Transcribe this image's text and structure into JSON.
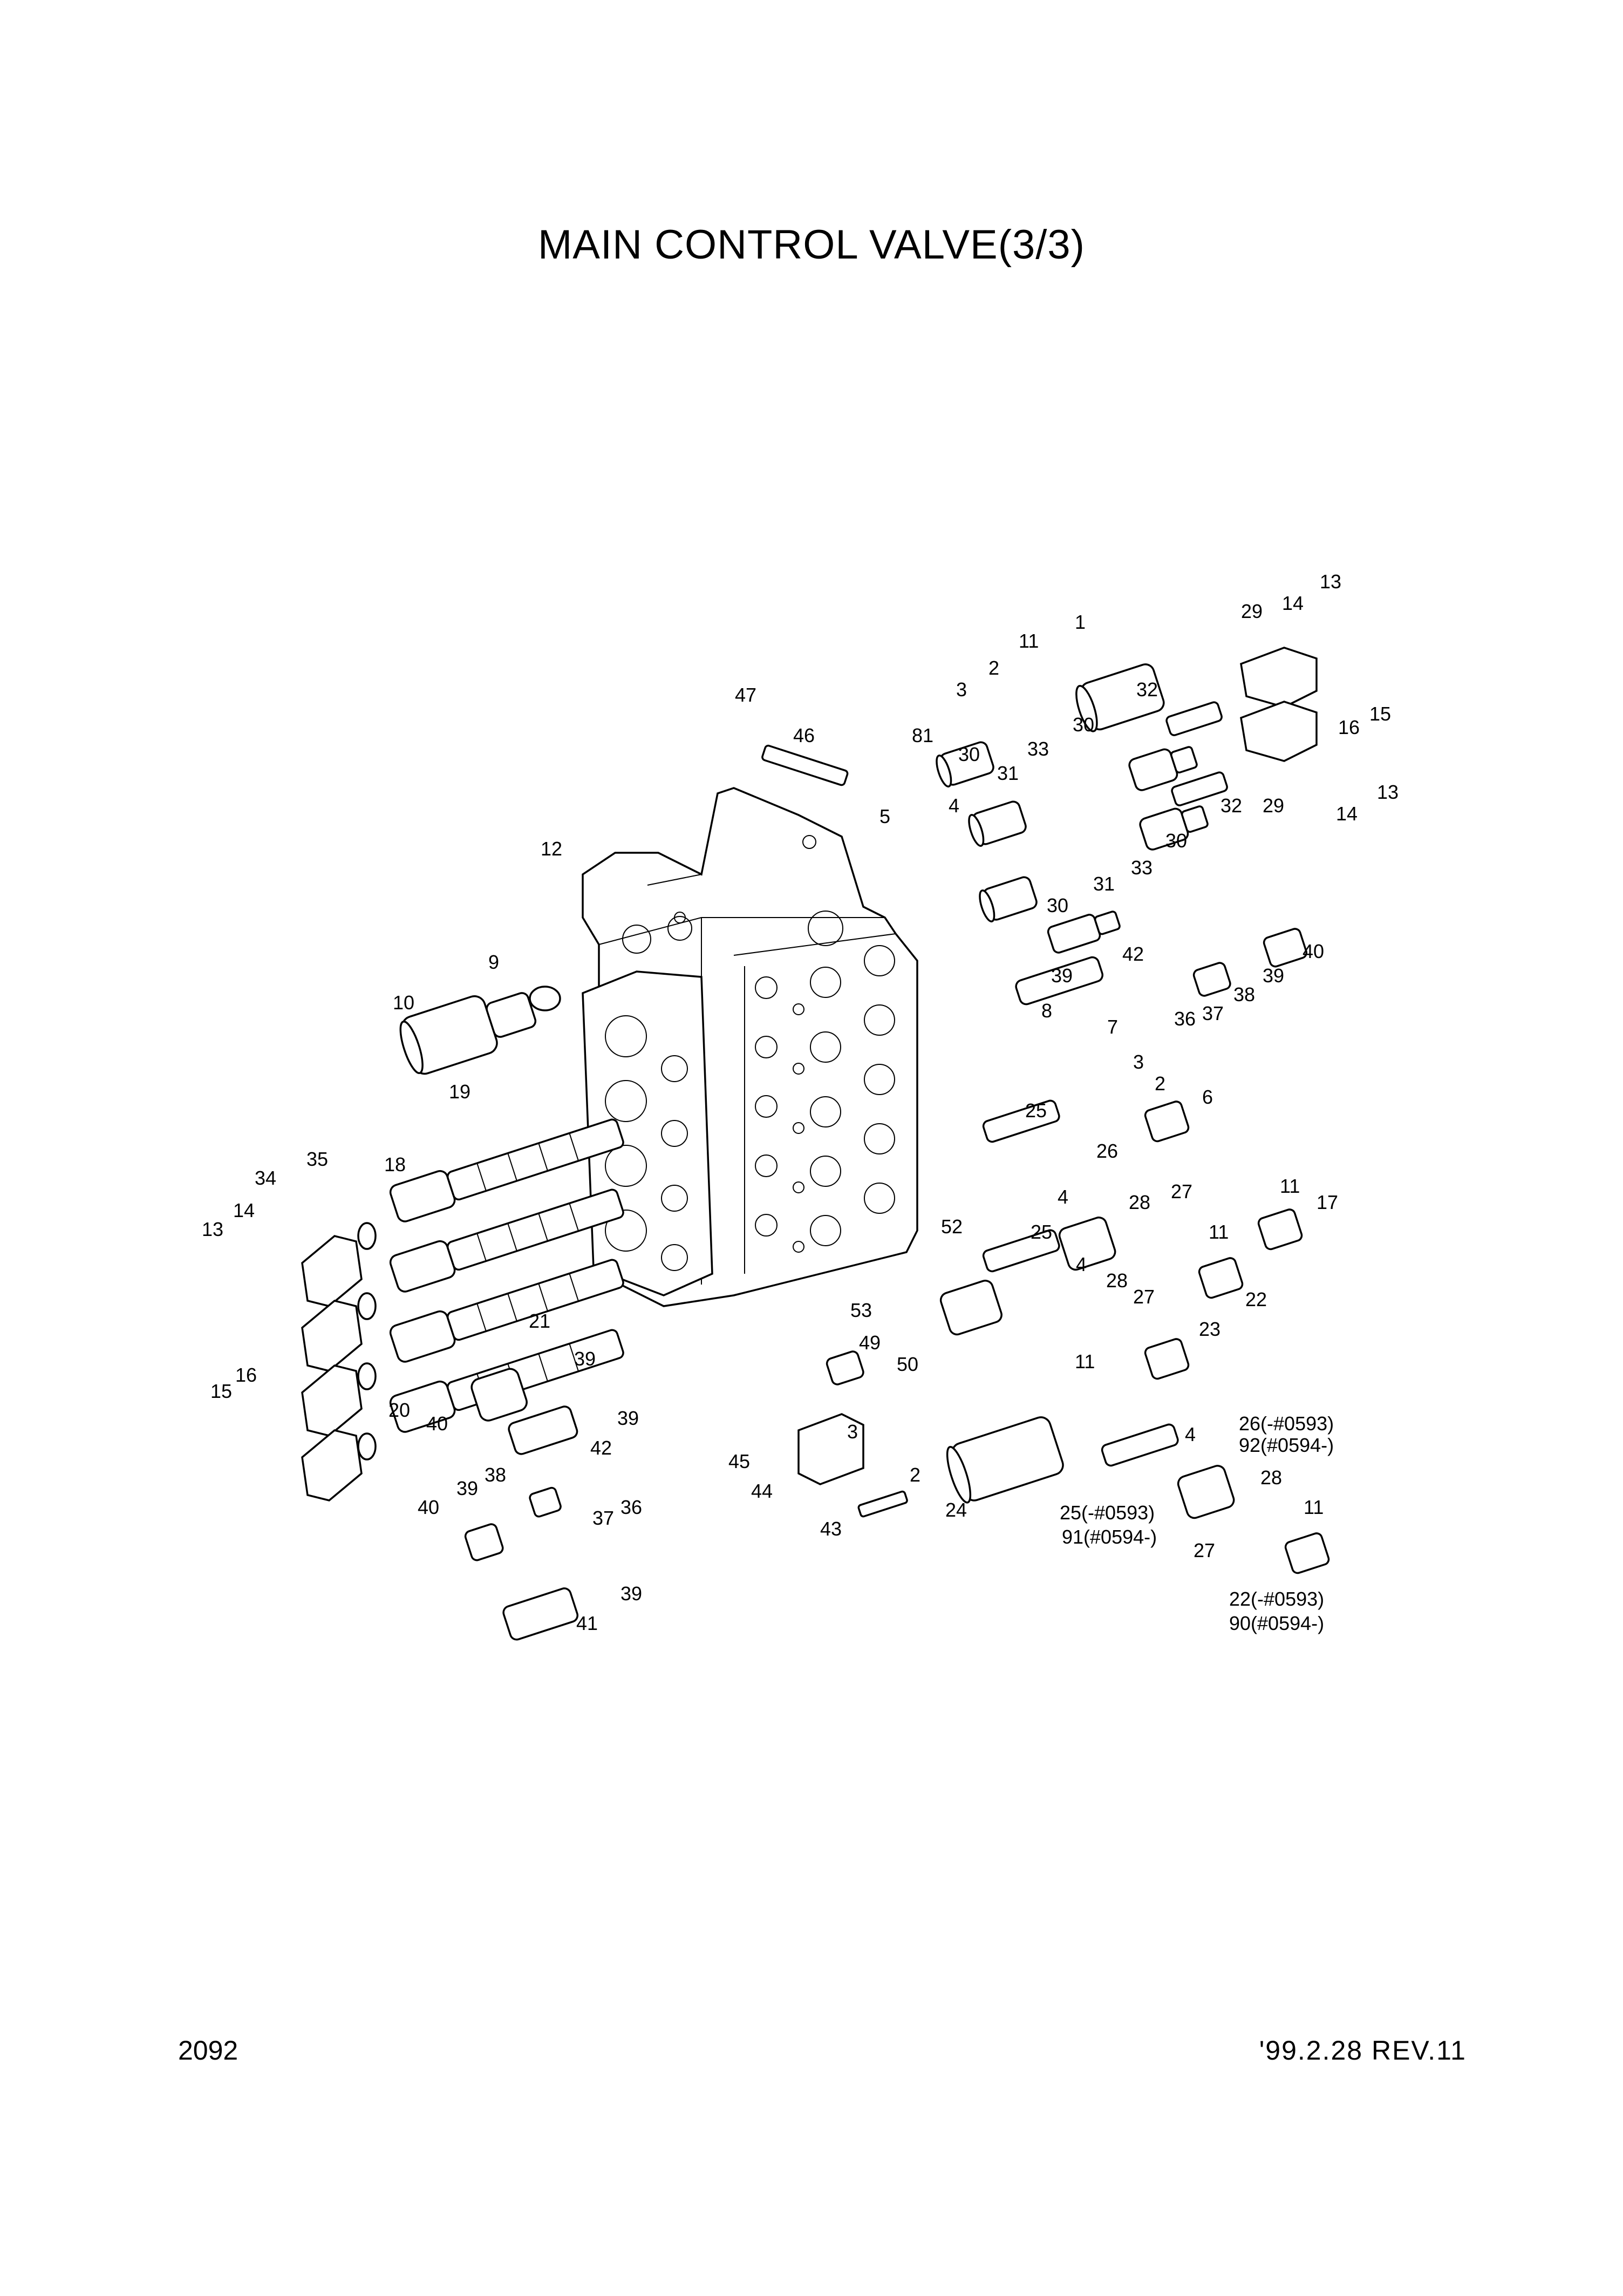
{
  "title": "MAIN CONTROL VALVE(3/3)",
  "page_number": "2092",
  "revision": "'99.2.28 REV.11",
  "callouts": [
    {
      "id": "c1",
      "text": "1"
    },
    {
      "id": "c11a",
      "text": "11"
    },
    {
      "id": "c2a",
      "text": "2"
    },
    {
      "id": "c3a",
      "text": "3"
    },
    {
      "id": "c47",
      "text": "47"
    },
    {
      "id": "c46",
      "text": "46"
    },
    {
      "id": "c81",
      "text": "81"
    },
    {
      "id": "c30a",
      "text": "30"
    },
    {
      "id": "c31a",
      "text": "31"
    },
    {
      "id": "c33a",
      "text": "33"
    },
    {
      "id": "c4a",
      "text": "4"
    },
    {
      "id": "c5",
      "text": "5"
    },
    {
      "id": "c32a",
      "text": "32"
    },
    {
      "id": "c30b",
      "text": "30"
    },
    {
      "id": "c32b",
      "text": "32"
    },
    {
      "id": "c29a",
      "text": "29"
    },
    {
      "id": "c14a",
      "text": "14"
    },
    {
      "id": "c13a",
      "text": "13"
    },
    {
      "id": "c16a",
      "text": "16"
    },
    {
      "id": "c15a",
      "text": "15"
    },
    {
      "id": "c13b",
      "text": "13"
    },
    {
      "id": "c14b",
      "text": "14"
    },
    {
      "id": "c29b",
      "text": "29"
    },
    {
      "id": "c30c",
      "text": "30"
    },
    {
      "id": "c33b",
      "text": "33"
    },
    {
      "id": "c31b",
      "text": "31"
    },
    {
      "id": "c30d",
      "text": "30"
    },
    {
      "id": "c12",
      "text": "12"
    },
    {
      "id": "c42a",
      "text": "42"
    },
    {
      "id": "c40a",
      "text": "40"
    },
    {
      "id": "c39a",
      "text": "39"
    },
    {
      "id": "c39b",
      "text": "39"
    },
    {
      "id": "c38a",
      "text": "38"
    },
    {
      "id": "c36a",
      "text": "36"
    },
    {
      "id": "c37a",
      "text": "37"
    },
    {
      "id": "c9",
      "text": "9"
    },
    {
      "id": "c10",
      "text": "10"
    },
    {
      "id": "c8",
      "text": "8"
    },
    {
      "id": "c7",
      "text": "7"
    },
    {
      "id": "c3b",
      "text": "3"
    },
    {
      "id": "c2b",
      "text": "2"
    },
    {
      "id": "c6",
      "text": "6"
    },
    {
      "id": "c19",
      "text": "19"
    },
    {
      "id": "c18",
      "text": "18"
    },
    {
      "id": "c25a",
      "text": "25"
    },
    {
      "id": "c4b",
      "text": "4"
    },
    {
      "id": "c26a",
      "text": "26"
    },
    {
      "id": "c28a",
      "text": "28"
    },
    {
      "id": "c27a",
      "text": "27"
    },
    {
      "id": "c11b",
      "text": "11"
    },
    {
      "id": "c17",
      "text": "17"
    },
    {
      "id": "c11c",
      "text": "11"
    },
    {
      "id": "c22a",
      "text": "22"
    },
    {
      "id": "c35",
      "text": "35"
    },
    {
      "id": "c34",
      "text": "34"
    },
    {
      "id": "c14c",
      "text": "14"
    },
    {
      "id": "c13c",
      "text": "13"
    },
    {
      "id": "c52",
      "text": "52"
    },
    {
      "id": "c25b",
      "text": "25"
    },
    {
      "id": "c4c",
      "text": "4"
    },
    {
      "id": "c28b",
      "text": "28"
    },
    {
      "id": "c27b",
      "text": "27"
    },
    {
      "id": "c23",
      "text": "23"
    },
    {
      "id": "c11d",
      "text": "11"
    },
    {
      "id": "c53",
      "text": "53"
    },
    {
      "id": "c21",
      "text": "21"
    },
    {
      "id": "c16b",
      "text": "16"
    },
    {
      "id": "c15b",
      "text": "15"
    },
    {
      "id": "c39c",
      "text": "39"
    },
    {
      "id": "c49",
      "text": "49"
    },
    {
      "id": "c50",
      "text": "50"
    },
    {
      "id": "c20",
      "text": "20"
    },
    {
      "id": "c40b",
      "text": "40"
    },
    {
      "id": "c39d",
      "text": "39"
    },
    {
      "id": "c42b",
      "text": "42"
    },
    {
      "id": "c3c",
      "text": "3"
    },
    {
      "id": "c45",
      "text": "45"
    },
    {
      "id": "c2c",
      "text": "2"
    },
    {
      "id": "c44",
      "text": "44"
    },
    {
      "id": "c24",
      "text": "24"
    },
    {
      "id": "c4d",
      "text": "4"
    },
    {
      "id": "c26b",
      "text": "26(-#0593)"
    },
    {
      "id": "c92",
      "text": "92(#0594-)"
    },
    {
      "id": "c28c",
      "text": "28"
    },
    {
      "id": "c11e",
      "text": "11"
    },
    {
      "id": "c27c",
      "text": "27"
    },
    {
      "id": "c25c",
      "text": "25(-#0593)"
    },
    {
      "id": "c91",
      "text": "91(#0594-)"
    },
    {
      "id": "c22b",
      "text": "22(-#0593)"
    },
    {
      "id": "c90",
      "text": "90(#0594-)"
    },
    {
      "id": "c38b",
      "text": "38"
    },
    {
      "id": "c39e",
      "text": "39"
    },
    {
      "id": "c40c",
      "text": "40"
    },
    {
      "id": "c37b",
      "text": "37"
    },
    {
      "id": "c36b",
      "text": "36"
    },
    {
      "id": "c43",
      "text": "43"
    },
    {
      "id": "c39f",
      "text": "39"
    },
    {
      "id": "c41",
      "text": "41"
    }
  ]
}
